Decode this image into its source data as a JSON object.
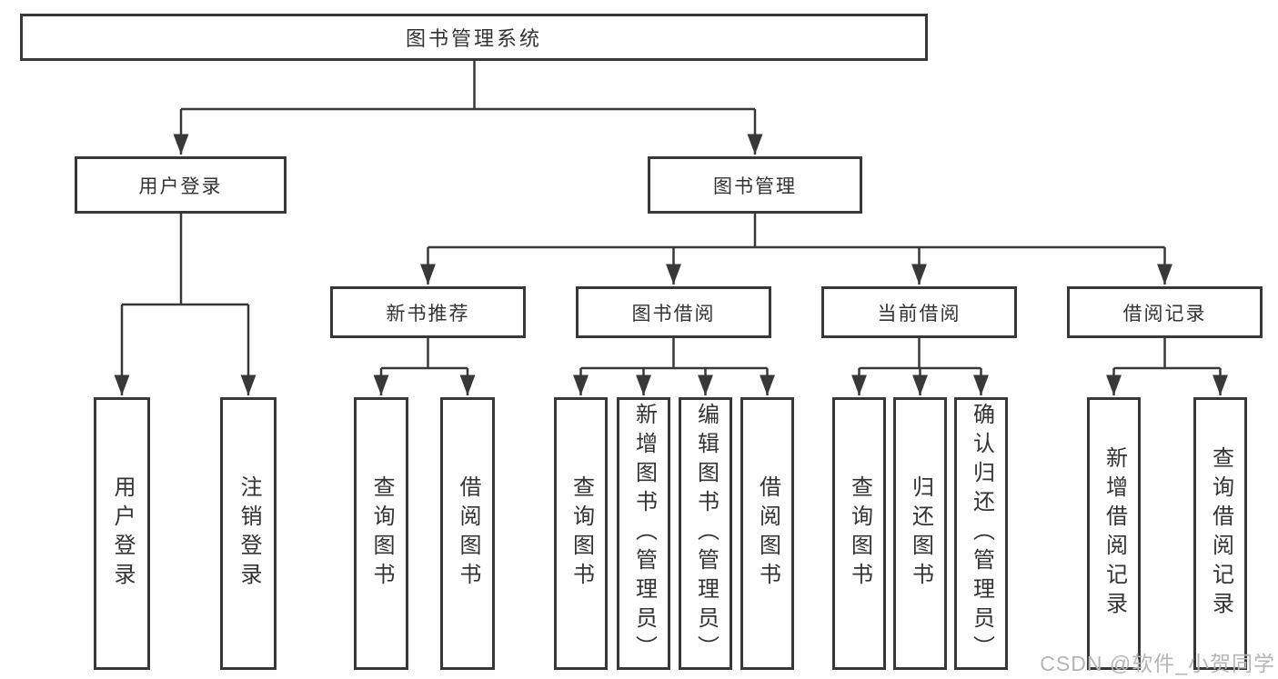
{
  "colors": {
    "line": "#383838",
    "border": "#383838",
    "text": "#333333",
    "watermark_gray": "#b5b5b5"
  },
  "watermark": "CSDN @软件_小贺同学",
  "tree": {
    "root": "图书管理系统",
    "user_login": {
      "label": "用户登录",
      "children": [
        "用户登录",
        "注销登录"
      ]
    },
    "book_management": {
      "label": "图书管理",
      "children": [
        {
          "label": "新书推荐",
          "children": [
            "查询图书",
            "借阅图书"
          ]
        },
        {
          "label": "图书借阅",
          "children": [
            "查询图书",
            "新增图书（管理员）",
            "编辑图书（管理员）",
            "借阅图书"
          ]
        },
        {
          "label": "当前借阅",
          "children": [
            "查询图书",
            "归还图书",
            "确认归还（管理员）"
          ]
        },
        {
          "label": "借阅记录",
          "children": [
            "新增借阅记录",
            "查询借阅记录"
          ]
        }
      ]
    }
  }
}
